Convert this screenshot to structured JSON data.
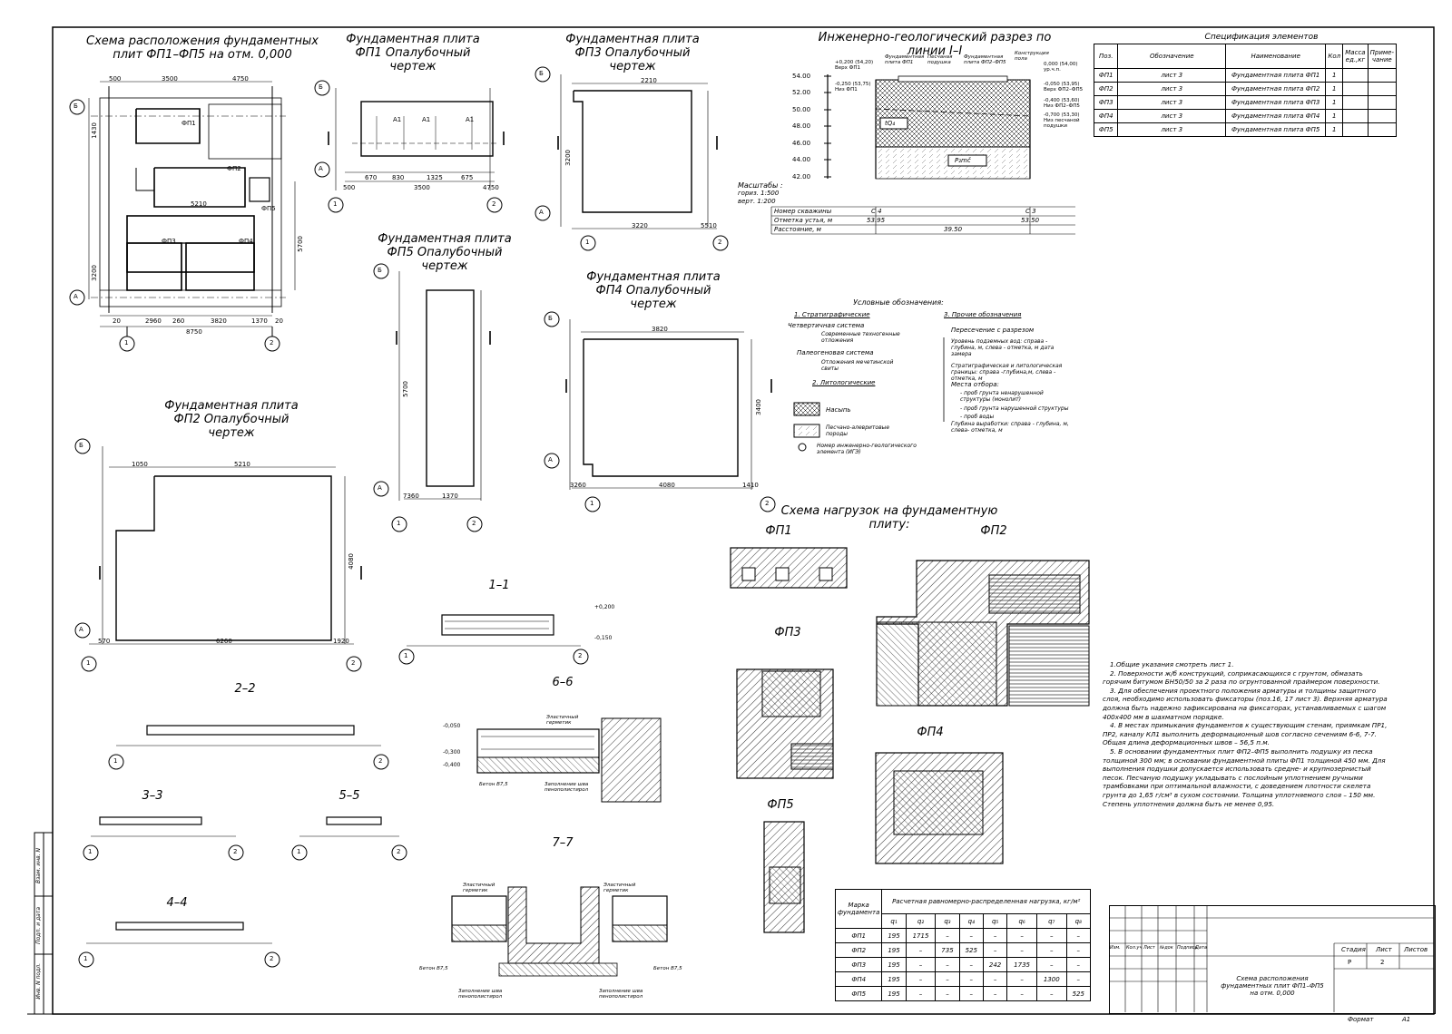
{
  "titles": {
    "scheme": "Схема расположения фундаментных плит ФП1–ФП5 на отм. 0,000",
    "fp1": "Фундаментная плита ФП1 Опалубочный чертеж",
    "fp3": "Фундаментная плита ФП3 Опалубочный чертеж",
    "geo": "Инженерно-геологический разрез по линии I–I",
    "fp5": "Фундаментная плита ФП5 Опалубочный чертеж",
    "fp4": "Фундаментная плита ФП4 Опалубочный чертеж",
    "fp2": "Фундаментная плита ФП2 Опалубочный чертеж",
    "loads": "Схема нагрузок на фундаментную плиту:",
    "spec": "Спецификация элементов",
    "legend": "Условные обозначения:"
  },
  "sections": {
    "s11": "1–1",
    "s22": "2–2",
    "s33": "3–3",
    "s44": "4–4",
    "s55": "5–5",
    "s66": "6–6",
    "s77": "7–7"
  },
  "load_labels": {
    "fp1": "ФП1",
    "fp2": "ФП2",
    "fp3": "ФП3",
    "fp4": "ФП4",
    "fp5": "ФП5"
  },
  "axes": {
    "a": "А",
    "b": "Б",
    "one": "1",
    "two": "2"
  },
  "scheme_dims": {
    "top1": "500",
    "top2": "3500",
    "top3": "4750",
    "bottom1": "20",
    "bottom2": "2960",
    "bottom3": "260",
    "bottom4": "5210",
    "bottom5": "3820",
    "bottom6": "1370",
    "bottom7": "20",
    "total": "8750",
    "left1": "1430",
    "left2": "5700",
    "left3": "3200",
    "fp1": "ФП1",
    "fp2": "ФП2",
    "fp3": "ФП3",
    "fp4": "ФП4",
    "fp5": "ФП5"
  },
  "fp1_dims": {
    "d1": "500",
    "d2": "3500",
    "d3": "4750",
    "d4": "670",
    "d5": "830",
    "d6": "1325",
    "d7": "675",
    "a1": "А1"
  },
  "fp3_dims": {
    "w": "2210",
    "h": "3200",
    "bottom": "3220",
    "r": "5510"
  },
  "fp5_dims": {
    "h": "5700",
    "w": "1370",
    "left": "7360"
  },
  "fp4_dims": {
    "w": "3820",
    "h": "3400",
    "left": "3260",
    "bottom": "4080",
    "r": "1410"
  },
  "fp2_dims": {
    "w": "5210",
    "left": "1050",
    "h": "4080",
    "bottom": "6260",
    "bl": "570",
    "br": "1920"
  },
  "geo": {
    "levels": [
      "54.00",
      "52.00",
      "50.00",
      "48.00",
      "46.00",
      "44.00",
      "42.00"
    ],
    "scale_label": "Масштабы :",
    "scale_h": "гориз. 1:500",
    "scale_v": "верт. 1:200",
    "rows": [
      {
        "label": "Номер скважины",
        "v1": "С 4",
        "v2": "С 3"
      },
      {
        "label": "Отметка устья, м",
        "v1": "53.95",
        "v2": "53.50"
      },
      {
        "label": "Расстояние, м",
        "v1": "39.50",
        "v2": ""
      }
    ],
    "tags": {
      "t1": "+0,200 (54,20) Верх ФП1",
      "t2": "-0,250 (53,75) Низ ФП1",
      "t3": "Фундаментная плита ФП1",
      "t4": "Песчаная подушка",
      "t5": "Фундаментная плита ФП2–ФП5",
      "t6": "Конструкция пола",
      "t7": "0,000 (54,00) ур.ч.п.",
      "t8": "-0,050 (53,95) Верх ФП2–ФП5",
      "t9": "-0,400 (53,60) Низ ФП2–ФП5",
      "t10": "-0,700 (53,30) Низ песчаной подушки",
      "ige1": "tQ₄",
      "ige2": "P₂mč"
    }
  },
  "legend": {
    "h1": "1. Стратиграфические",
    "q": "Четвертичная система",
    "tq": "Современные техногенные отложения",
    "pal": "Палеогеновая система",
    "pmc": "Отложения мечетинской свиты",
    "h2": "2. Литологические",
    "nasyp": "Насыпь",
    "sand": "Песчано-алевритовые породы",
    "ige": "Номер инженерно-геологического элемента (ИГЭ)",
    "h3": "3. Прочие обозначения",
    "o1": "Пересечение с разрезом",
    "o2": "Уровень подземных вод: справа - глубина, м, слева - отметка, м дата замера",
    "o3": "Стратиграфическая и литологическая границы: справа -глубина,м, слева - отметка, м",
    "o4": "Места отбора:",
    "o5": "- проб грунта ненарушенной структуры (монолит)",
    "o6": "- проб грунта нарушенной структуры",
    "o7": "- проб воды",
    "o8": "Глубина выработки: справа - глубина, м, слева- отметка, м"
  },
  "spec": {
    "headers": [
      "Поз.",
      "Обозначение",
      "Наименование",
      "Кол",
      "Масса ед.,кг",
      "Приме- чание"
    ],
    "rows": [
      [
        "ФП1",
        "лист 3",
        "Фундаментная плита ФП1",
        "1",
        "",
        ""
      ],
      [
        "ФП2",
        "лист 3",
        "Фундаментная плита ФП2",
        "1",
        "",
        ""
      ],
      [
        "ФП3",
        "лист 3",
        "Фундаментная плита ФП3",
        "1",
        "",
        ""
      ],
      [
        "ФП4",
        "лист 3",
        "Фундаментная плита ФП4",
        "1",
        "",
        ""
      ],
      [
        "ФП5",
        "лист 3",
        "Фундаментная плита ФП5",
        "1",
        "",
        ""
      ]
    ]
  },
  "loads_table": {
    "h1": "Марка фундамента",
    "h2": "Расчетная равномерно-распределенная нагрузка, кг/м²",
    "cols": [
      "q₁",
      "q₂",
      "q₃",
      "q₄",
      "q₅",
      "q₆",
      "q₇",
      "q₈"
    ],
    "rows": [
      [
        "ФП1",
        "195",
        "1715",
        "–",
        "–",
        "–",
        "–",
        "–",
        "–"
      ],
      [
        "ФП2",
        "195",
        "–",
        "735",
        "525",
        "–",
        "–",
        "–",
        "–"
      ],
      [
        "ФП3",
        "195",
        "–",
        "–",
        "–",
        "242",
        "1735",
        "–",
        "–"
      ],
      [
        "ФП4",
        "195",
        "–",
        "–",
        "–",
        "–",
        "–",
        "1300",
        "–"
      ],
      [
        "ФП5",
        "195",
        "–",
        "–",
        "–",
        "–",
        "–",
        "–",
        "525"
      ]
    ]
  },
  "notes": [
    "1.Общие указания смотреть лист 1.",
    "2. Поверхности ж/б конструкций, соприкасающихся с грунтом, обмазать горячим битумом БН50/50 за 2 раза по огрунтованной праймером поверхности.",
    "3. Для обеспечения проектного положения арматуры и толщины защитного слоя, необходимо использовать фиксаторы (поз.16, 17 лист 3). Верхняя арматура должна быть надежно зафиксирована на фиксаторах, устанавливаемых с шагом 400х400 мм в шахматном порядке.",
    "4. В местах примыкания фундаментов к существующим стенам, приямкам ПР1, ПР2, каналу КЛ1 выполнить деформационный шов согласно сечениям 6-6, 7-7. Общая длина деформационных швов – 56,5 п.м.",
    "5. В основании фундаментных плит ФП2–ФП5 выполнить подушку из песка толщиной 300 мм; в основании фундаментной плиты ФП1 толщиной 450 мм. Для выполнения подушки допускается использовать средне- и крупнозернистый песок. Песчаную подушку укладывать с послойным уплотнением ручными трамбовками при оптимальной влажности, с доведением плотности скелета грунта до 1,65 г/см³ в сухом состоянии. Толщина уплотняемого слоя – 150 мм. Степень уплотнения должна быть не менее 0,95."
  ],
  "sections_tags": {
    "elastic": "Эластичный герметик",
    "beton": "Бетон В7,5",
    "fill": "Заполнение шва пенополистирол",
    "m005": "-0,050",
    "m03": "-0,300",
    "m04": "-0,400",
    "p02": "+0,200",
    "m015": "-0,150"
  },
  "stamp": {
    "cols": [
      "Изм.",
      "Кол.уч",
      "Лист",
      "№док",
      "Подпись",
      "Дата"
    ],
    "stage_h": "Стадия",
    "sheet_h": "Лист",
    "sheets_h": "Листов",
    "stage": "Р",
    "sheet": "2",
    "title": "Схема расположения фундаментных плит ФП1–ФП5 на отм. 0,000",
    "format": "Формат",
    "format_v": "А1"
  },
  "side": {
    "s1": "Взам. инв. N",
    "s2": "Подп. и дата",
    "s3": "Инв. N подл."
  }
}
